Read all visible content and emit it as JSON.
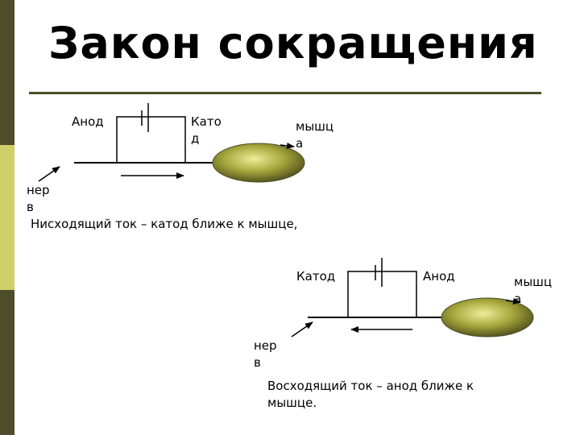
{
  "slide": {
    "title": "Закон сокращения"
  },
  "diagram_top": {
    "anode_label": "Анод",
    "cathode_label_l1": "Като",
    "cathode_label_l2": "д",
    "muscle_label_l1": "мышц",
    "muscle_label_l2": "а",
    "nerve_label_l1": "нер",
    "nerve_label_l2": "в",
    "caption": "Нисходящий ток – катод ближе к мышце,"
  },
  "diagram_bottom": {
    "cathode_label": "Катод",
    "anode_label": "Анод",
    "muscle_label_l1": "мышц",
    "muscle_label_l2": "а",
    "nerve_label_l1": "нер",
    "nerve_label_l2": "в",
    "caption": "Восходящий ток – анод ближе к мышце."
  },
  "colors": {
    "sidebar_dark": "#4d4d2b",
    "sidebar_light": "#cfd06a",
    "muscle_light": "#eeee9a",
    "muscle_dark": "#55551f"
  }
}
